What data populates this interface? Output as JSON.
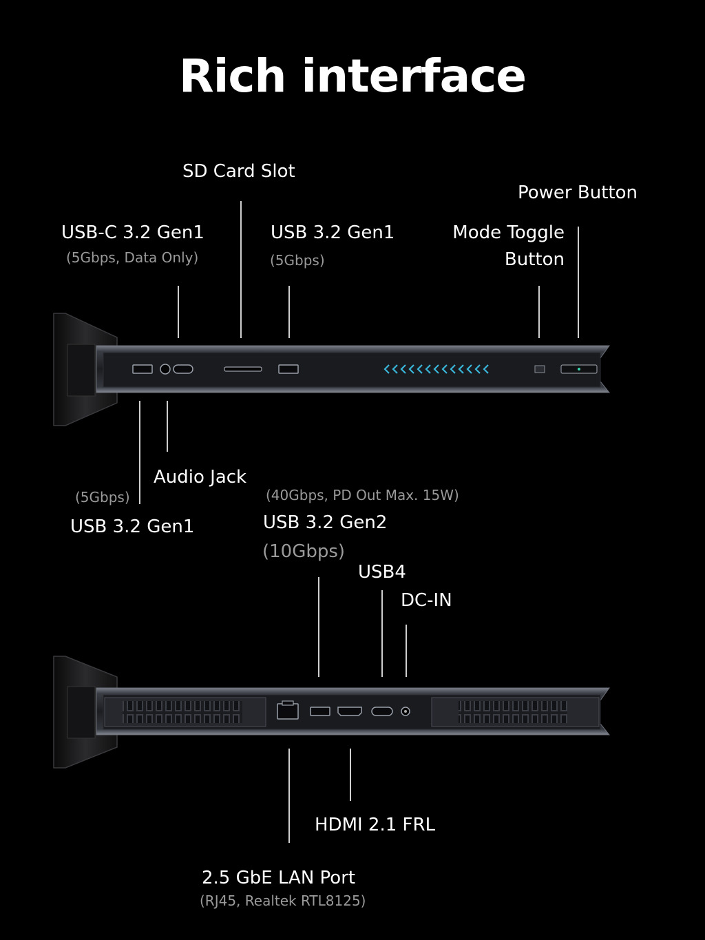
{
  "title": "Rich interface",
  "top_side": {
    "labels": {
      "sd_card": "SD Card Slot",
      "power": "Power Button",
      "usbc": "USB-C 3.2 Gen1",
      "usbc_sub": "(5Gbps, Data Only)",
      "usb_top": "USB 3.2 Gen1",
      "usb_top_sub": "(5Gbps)",
      "mode_toggle_1": "Mode Toggle",
      "mode_toggle_2": "Button",
      "audio": "Audio Jack",
      "usb_left_sub": "(5Gbps)",
      "usb_left": "USB 3.2 Gen1"
    }
  },
  "bottom_side": {
    "labels": {
      "usb4_sub": "(40Gbps, PD Out Max. 15W)",
      "gen2": "USB 3.2 Gen2",
      "gen2_sub": "(10Gbps)",
      "usb4": "USB4",
      "dcin": "DC-IN",
      "hdmi": "HDMI 2.1 FRL",
      "lan": "2.5 GbE LAN Port",
      "lan_sub": "(RJ45, Realtek RTL8125)"
    }
  },
  "colors": {
    "background": "#000000",
    "led_accent": "#3ab6d8"
  }
}
